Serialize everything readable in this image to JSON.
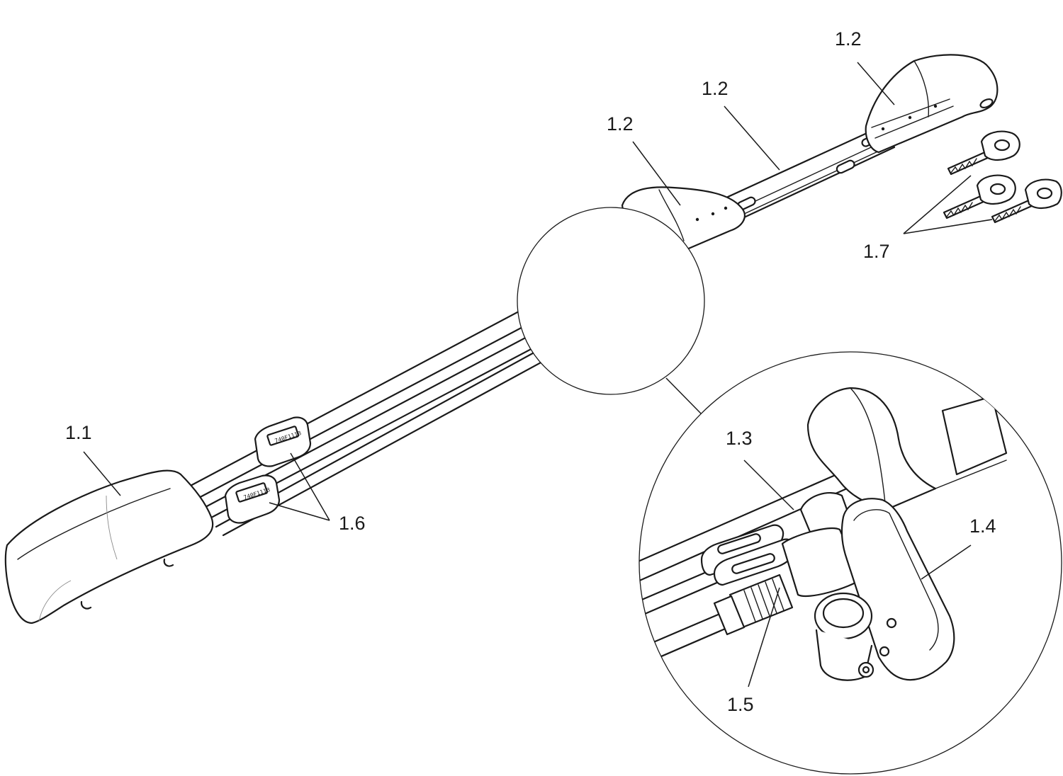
{
  "callouts": {
    "arm_pad_end": "1.2",
    "arm_middle": "1.2",
    "arm_pad_inner": "1.2",
    "base_pad": "1.1",
    "tube_detail": "1.3",
    "clamp_detail": "1.4",
    "spring_detail": "1.5",
    "straps": "1.6",
    "keys": "1.7"
  }
}
